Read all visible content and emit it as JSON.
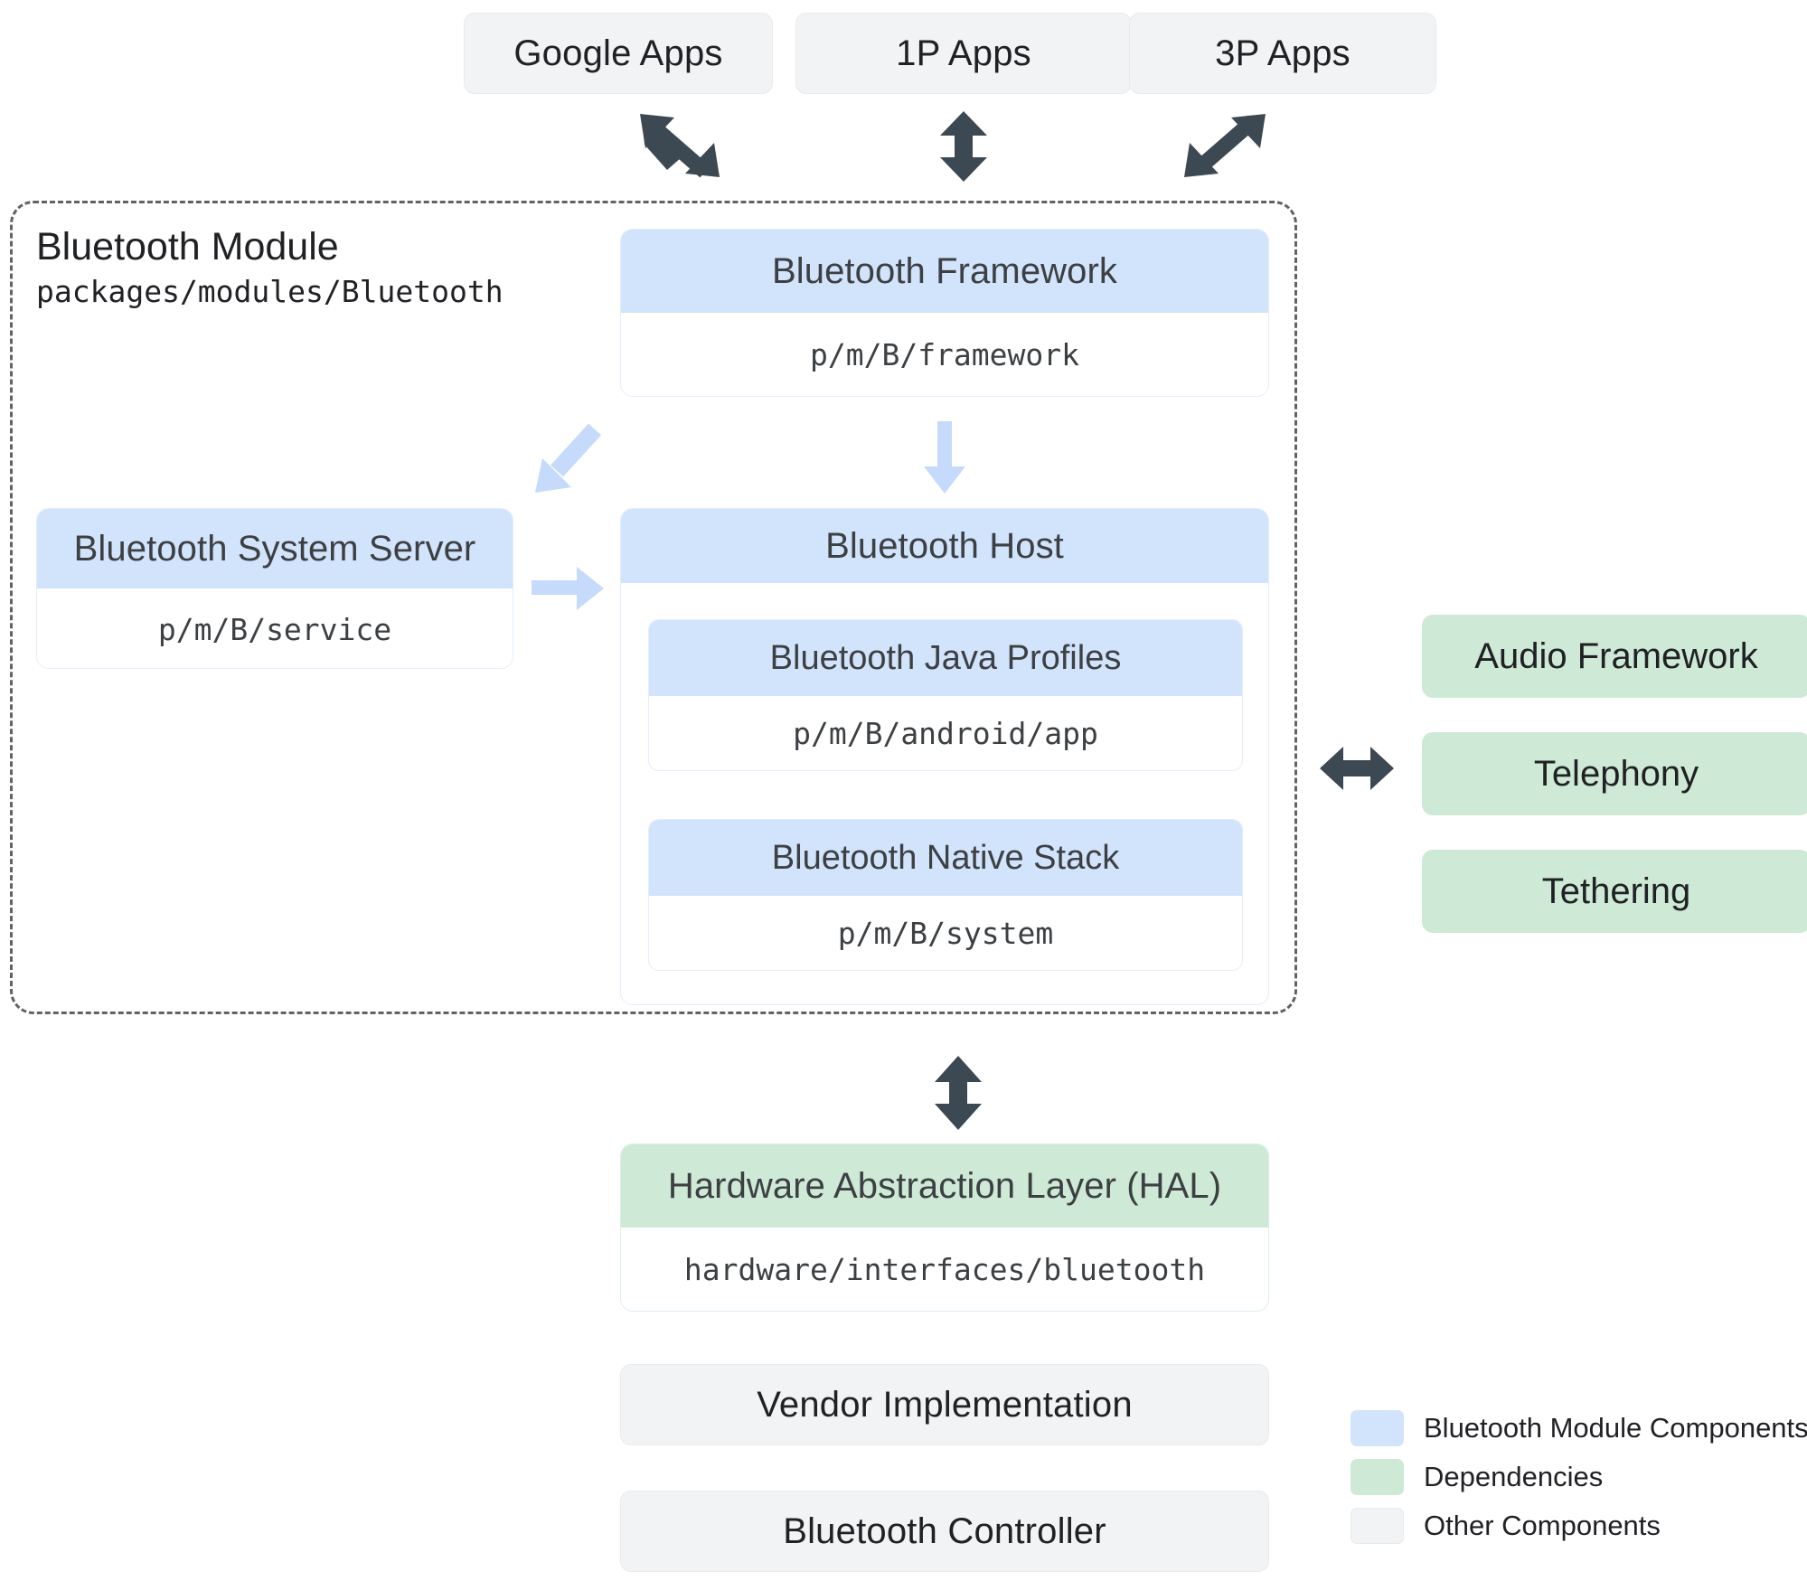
{
  "colors": {
    "module_components": "#d2e3fc",
    "dependencies": "#ceead6",
    "other_components": "#f1f3f4",
    "arrow_dark": "#3c4852",
    "arrow_blue": "#c6dafc",
    "module_border": "#5f6368"
  },
  "top_apps": [
    {
      "label": "Google Apps"
    },
    {
      "label": "1P Apps"
    },
    {
      "label": "3P Apps"
    }
  ],
  "module": {
    "title": "Bluetooth Module",
    "path": "packages/modules/Bluetooth"
  },
  "framework": {
    "title": "Bluetooth Framework",
    "path": "p/m/B/framework"
  },
  "system_server": {
    "title": "Bluetooth System Server",
    "path": "p/m/B/service"
  },
  "host": {
    "title": "Bluetooth Host",
    "children": [
      {
        "title": "Bluetooth Java Profiles",
        "path": "p/m/B/android/app"
      },
      {
        "title": "Bluetooth Native Stack",
        "path": "p/m/B/system"
      }
    ]
  },
  "dependencies": [
    {
      "label": "Audio Framework"
    },
    {
      "label": "Telephony"
    },
    {
      "label": "Tethering"
    }
  ],
  "hal": {
    "title": "Hardware Abstraction Layer (HAL)",
    "path": "hardware/interfaces/bluetooth"
  },
  "vendor": {
    "label": "Vendor Implementation"
  },
  "controller": {
    "label": "Bluetooth Controller"
  },
  "legend": [
    {
      "label": "Bluetooth Module Components",
      "color": "#d2e3fc"
    },
    {
      "label": "Dependencies",
      "color": "#ceead6"
    },
    {
      "label": "Other Components",
      "color": "#f1f3f4"
    }
  ],
  "arrows": [
    {
      "name": "google-apps-to-module",
      "kind": "double-diagonal-nwse"
    },
    {
      "name": "1p-apps-to-module",
      "kind": "double-vertical"
    },
    {
      "name": "3p-apps-to-module",
      "kind": "double-diagonal-nesw"
    },
    {
      "name": "framework-to-system-server",
      "kind": "single-diagonal-up-left"
    },
    {
      "name": "framework-to-host",
      "kind": "single-down"
    },
    {
      "name": "system-server-to-host",
      "kind": "single-right"
    },
    {
      "name": "host-to-dependencies",
      "kind": "double-horizontal"
    },
    {
      "name": "module-to-hal",
      "kind": "double-vertical"
    }
  ]
}
